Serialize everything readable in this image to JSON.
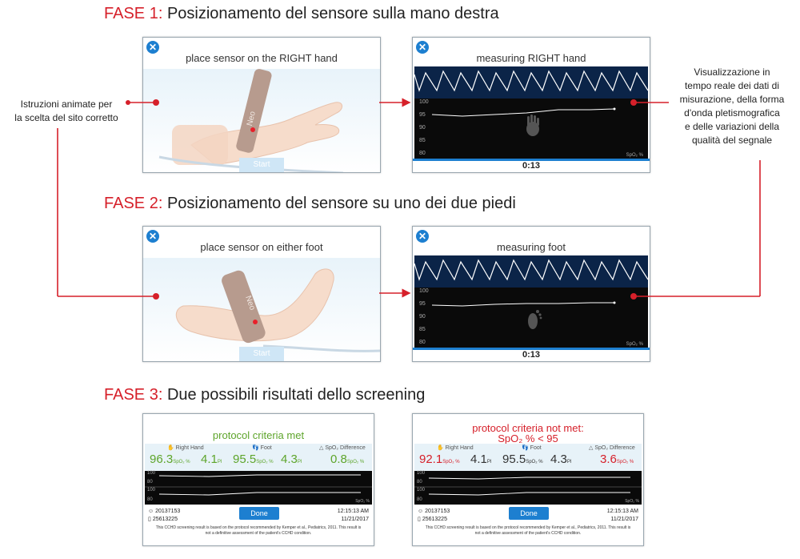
{
  "phases": [
    {
      "label": "FASE 1:",
      "title": "Posizionamento del sensore sulla mano destra"
    },
    {
      "label": "FASE 2:",
      "title": "Posizionamento del sensore su uno dei due piedi"
    },
    {
      "label": "FASE 3:",
      "title": "Due possibili risultati dello screening"
    }
  ],
  "notes": {
    "left": [
      "Istruzioni animate per",
      "la scelta del sito corretto"
    ],
    "right": [
      "Visualizzazione in",
      "tempo reale dei dati di",
      "misurazione, della forma",
      "d'onda pletismografica",
      "e delle variazioni della",
      "qualità del segnale"
    ]
  },
  "screens": {
    "s1": {
      "title": "place sensor on the RIGHT hand",
      "start": "Start",
      "band": "Neo"
    },
    "s2": {
      "title": "measuring RIGHT hand",
      "timer": "0:13",
      "ticks": [
        "100",
        "95",
        "90",
        "85",
        "80"
      ],
      "unit": "SpO₂ %"
    },
    "s3": {
      "title": "place sensor on either foot",
      "start": "Start",
      "band": "Neo"
    },
    "s4": {
      "title": "measuring foot",
      "timer": "0:13",
      "ticks": [
        "100",
        "95",
        "90",
        "85",
        "80"
      ],
      "unit": "SpO₂ %"
    }
  },
  "results": {
    "met": {
      "title": "protocol criteria met",
      "labels": {
        "hand": "Right Hand",
        "foot": "Foot",
        "diff": "SpO₂ Difference"
      },
      "hand_spo2": "96.3",
      "hand_pi": "4.1",
      "foot_spo2": "95.5",
      "foot_pi": "4.3",
      "diff": "0.8",
      "spo2_unit": "SpO₂ %",
      "pi_unit": "PI",
      "ticks": [
        "100",
        "80",
        "100",
        "80"
      ],
      "unit": "SpO₂ %",
      "id1": "20137153",
      "id2": "25613225",
      "done": "Done",
      "time": "12:15:13 AM",
      "date": "11/21/2017",
      "disclaimer1": "This CCHD screening result is based on the protocol recommended by Kemper et al., Pediatrics, 2011. This result is",
      "disclaimer2": "not a definitive assessment of the patient's CCHD condition."
    },
    "notmet": {
      "title1": "protocol criteria not met:",
      "title2": "SpO₂ % < 95",
      "labels": {
        "hand": "Right Hand",
        "foot": "Foot",
        "diff": "SpO₂ Difference"
      },
      "hand_spo2": "92.1",
      "hand_pi": "4.1",
      "foot_spo2": "95.5",
      "foot_pi": "4.3",
      "diff": "3.6",
      "spo2_unit": "SpO₂ %",
      "pi_unit": "PI",
      "ticks": [
        "100",
        "80",
        "100",
        "80"
      ],
      "unit": "SpO₂ %",
      "id1": "20137153",
      "id2": "25613225",
      "done": "Done",
      "time": "12:15:13 AM",
      "date": "11/21/2017",
      "disclaimer1": "This CCHD screening result is based on the protocol recommended by Kemper et al., Pediatrics, 2011. This result is",
      "disclaimer2": "not a definitive assessment of the patient's CCHD condition."
    }
  },
  "colors": {
    "accent_red": "#d6202a",
    "blue": "#1d7fd0",
    "green": "#5ea52b",
    "pleth_bg": "#0b2448"
  },
  "icons": [
    "close-icon",
    "hand-icon",
    "foot-icon",
    "person-icon",
    "baby-bottle-icon",
    "delta-icon"
  ]
}
